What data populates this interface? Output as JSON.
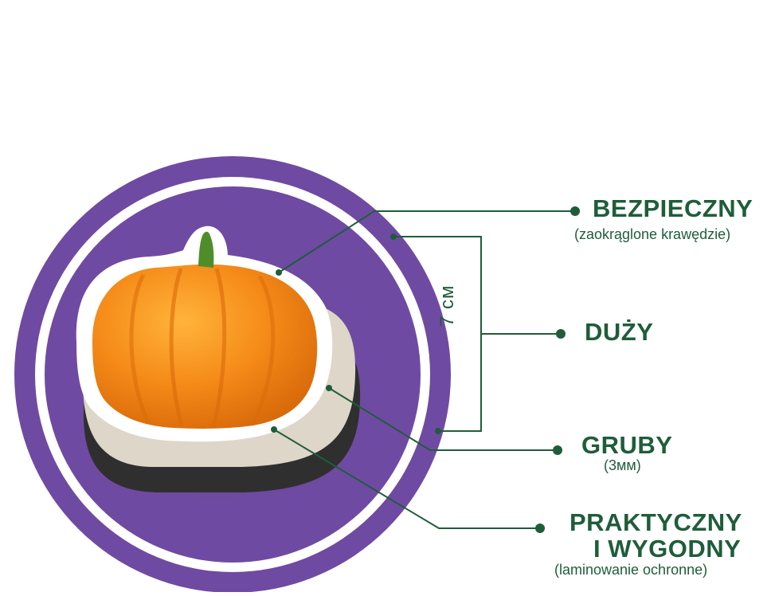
{
  "labels": {
    "safe": {
      "title": "BEZPIECZNY",
      "subtitle": "(zaokrąglone krawędzie)"
    },
    "large": {
      "title": "DUŻY"
    },
    "thick": {
      "title": "GRUBY",
      "subtitle": "(3мм)"
    },
    "practical": {
      "title_line1": "PRAKTYCZNY",
      "title_line2": "I WYGODNY",
      "subtitle": "(laminowanie ochronne)"
    }
  },
  "measurement": {
    "size_label": "7 см"
  },
  "product": {
    "image_subject": "pumpkin-magnet"
  },
  "colors": {
    "text_green": "#1f5d3a",
    "circle_purple": "#6f4aa2",
    "circle_border": "#ffffff",
    "pumpkin_orange": "#f58a18",
    "pumpkin_dark": "#d96b0a",
    "stem_green": "#4f8d2b",
    "magnet_light": "#ddd6c9",
    "magnet_dark": "#2f2f2f"
  }
}
